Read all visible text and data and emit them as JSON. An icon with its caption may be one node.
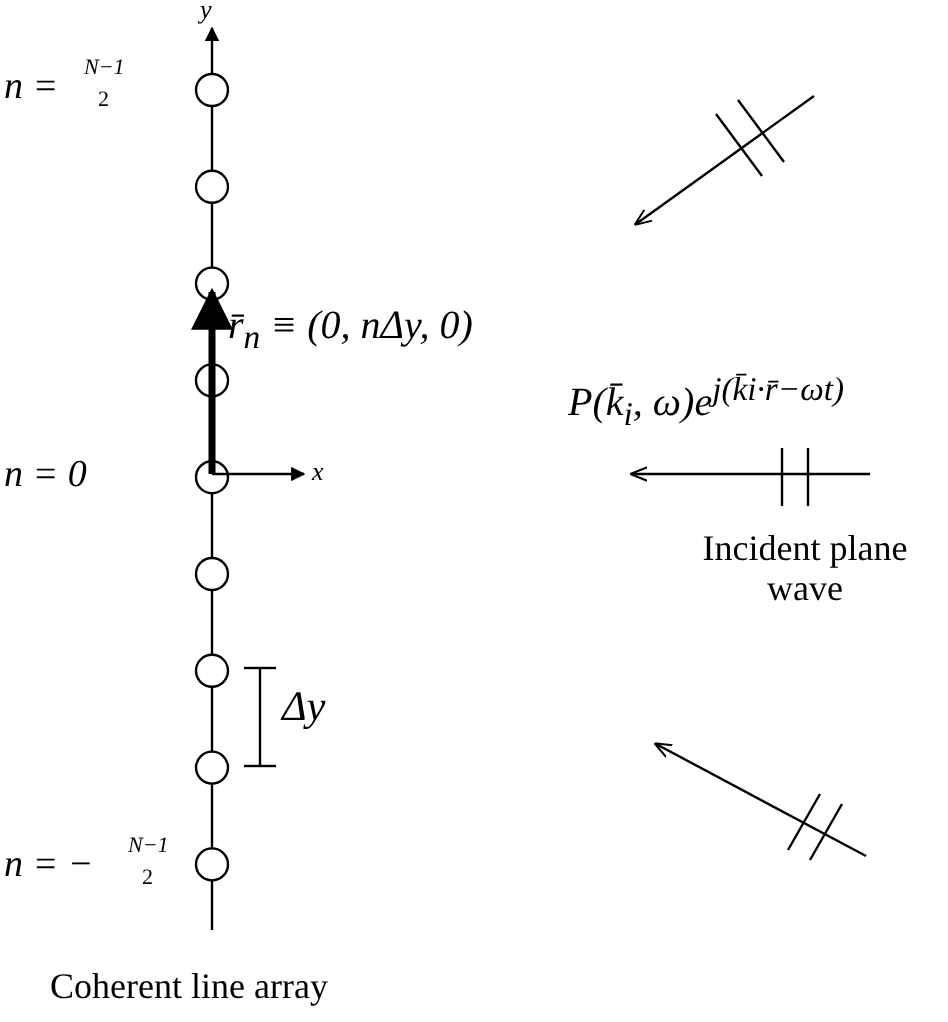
{
  "diagram": {
    "caption": "Coherent line array",
    "labels": [
      "y",
      "n =",
      "N−1",
      "2",
      "r̄$_{n}$ ≡ (0, nΔy, 0)",
      "P(k̄$_{i}$, ω)e$^{j(k̄i·r̄−ωt)}$",
      "x",
      "n = 0",
      "Incident plane wave",
      "Δy",
      "n = −",
      "N−1",
      "2"
    ]
  }
}
